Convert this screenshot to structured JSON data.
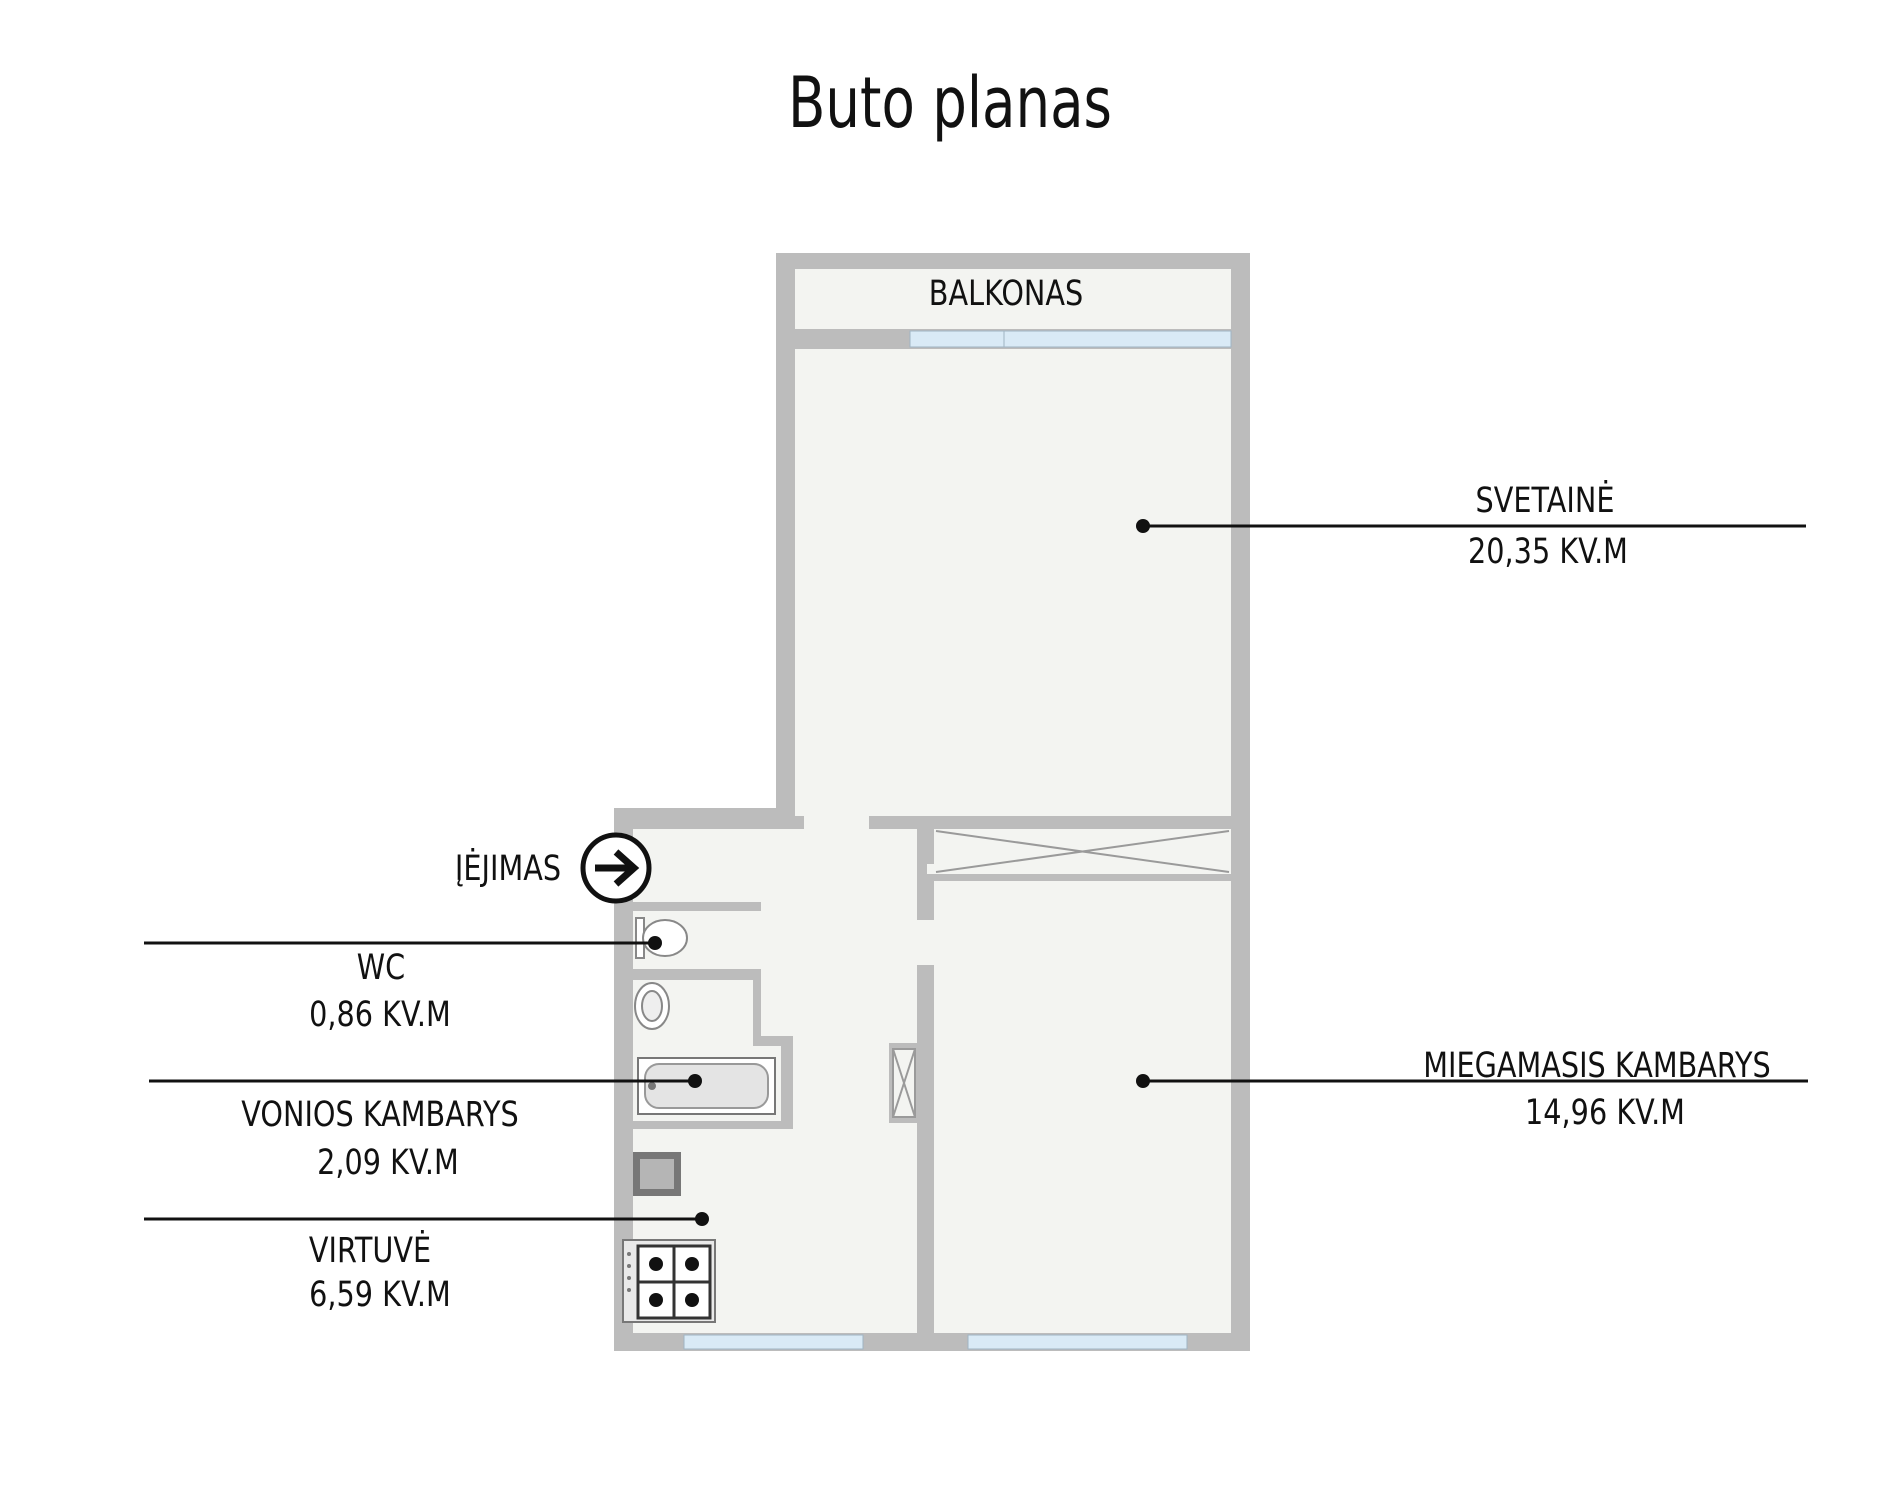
{
  "title": "Buto planas",
  "rooms": {
    "balcony": {
      "name": "BALKONAS"
    },
    "living_room": {
      "name": "SVETAINĖ",
      "area": "20,35 KV.M"
    },
    "bedroom": {
      "name": "MIEGAMASIS KAMBARYS",
      "area": "14,96 KV.M"
    },
    "wc": {
      "name": "WC",
      "area": "0,86 KV.M"
    },
    "bathroom": {
      "name": "VONIOS KAMBARYS",
      "area": "2,09 KV.M"
    },
    "kitchen": {
      "name": "VIRTUVĖ",
      "area": "6,59 KV.M"
    }
  },
  "entrance": {
    "label": "ĮĖJIMAS"
  },
  "colors": {
    "wall": "#bcbcbc",
    "floor": "#f3f4f1",
    "window": "#d9eaf6",
    "line": "#111111"
  }
}
